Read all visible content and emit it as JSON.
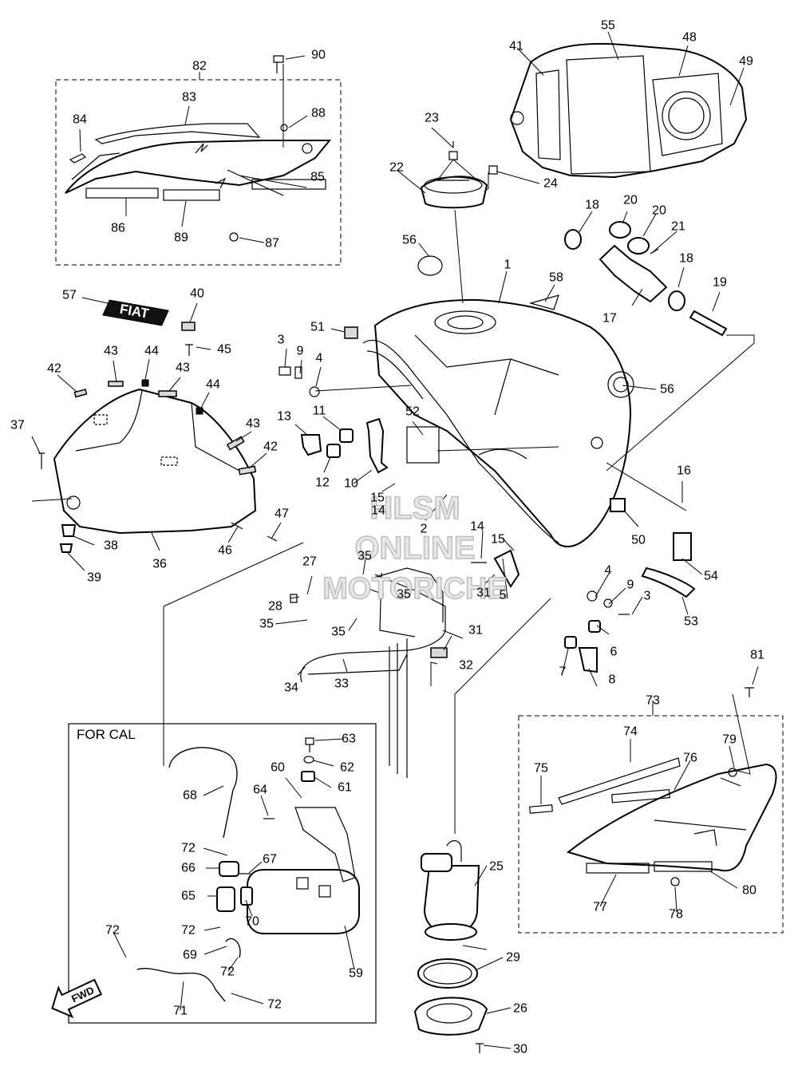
{
  "diagram": {
    "callouts": [
      {
        "id": "c1",
        "text": "1"
      },
      {
        "id": "c2",
        "text": "2"
      },
      {
        "id": "c3a",
        "text": "3"
      },
      {
        "id": "c3b",
        "text": "3"
      },
      {
        "id": "c4a",
        "text": "4"
      },
      {
        "id": "c4b",
        "text": "4"
      },
      {
        "id": "c5",
        "text": "5"
      },
      {
        "id": "c6",
        "text": "6"
      },
      {
        "id": "c7",
        "text": "7"
      },
      {
        "id": "c8",
        "text": "8"
      },
      {
        "id": "c9a",
        "text": "9"
      },
      {
        "id": "c9b",
        "text": "9"
      },
      {
        "id": "c10",
        "text": "10"
      },
      {
        "id": "c11",
        "text": "11"
      },
      {
        "id": "c12",
        "text": "12"
      },
      {
        "id": "c13",
        "text": "13"
      },
      {
        "id": "c14a",
        "text": "14"
      },
      {
        "id": "c14b",
        "text": "14"
      },
      {
        "id": "c15a",
        "text": "15"
      },
      {
        "id": "c15b",
        "text": "15"
      },
      {
        "id": "c16",
        "text": "16"
      },
      {
        "id": "c17",
        "text": "17"
      },
      {
        "id": "c18a",
        "text": "18"
      },
      {
        "id": "c18b",
        "text": "18"
      },
      {
        "id": "c19",
        "text": "19"
      },
      {
        "id": "c20a",
        "text": "20"
      },
      {
        "id": "c20b",
        "text": "20"
      },
      {
        "id": "c21",
        "text": "21"
      },
      {
        "id": "c22",
        "text": "22"
      },
      {
        "id": "c23",
        "text": "23"
      },
      {
        "id": "c24",
        "text": "24"
      },
      {
        "id": "c25",
        "text": "25"
      },
      {
        "id": "c26",
        "text": "26"
      },
      {
        "id": "c27",
        "text": "27"
      },
      {
        "id": "c28",
        "text": "28"
      },
      {
        "id": "c29",
        "text": "29"
      },
      {
        "id": "c30",
        "text": "30"
      },
      {
        "id": "c31a",
        "text": "31"
      },
      {
        "id": "c31b",
        "text": "31"
      },
      {
        "id": "c32",
        "text": "32"
      },
      {
        "id": "c33",
        "text": "33"
      },
      {
        "id": "c34",
        "text": "34"
      },
      {
        "id": "c35a",
        "text": "35"
      },
      {
        "id": "c35b",
        "text": "35"
      },
      {
        "id": "c35c",
        "text": "35"
      },
      {
        "id": "c35d",
        "text": "35"
      },
      {
        "id": "c36",
        "text": "36"
      },
      {
        "id": "c37",
        "text": "37"
      },
      {
        "id": "c38",
        "text": "38"
      },
      {
        "id": "c39",
        "text": "39"
      },
      {
        "id": "c40",
        "text": "40"
      },
      {
        "id": "c41",
        "text": "41"
      },
      {
        "id": "c42a",
        "text": "42"
      },
      {
        "id": "c42b",
        "text": "42"
      },
      {
        "id": "c43a",
        "text": "43"
      },
      {
        "id": "c43b",
        "text": "43"
      },
      {
        "id": "c43c",
        "text": "43"
      },
      {
        "id": "c44a",
        "text": "44"
      },
      {
        "id": "c44b",
        "text": "44"
      },
      {
        "id": "c45",
        "text": "45"
      },
      {
        "id": "c46",
        "text": "46"
      },
      {
        "id": "c47",
        "text": "47"
      },
      {
        "id": "c48",
        "text": "48"
      },
      {
        "id": "c49",
        "text": "49"
      },
      {
        "id": "c50",
        "text": "50"
      },
      {
        "id": "c51",
        "text": "51"
      },
      {
        "id": "c52",
        "text": "52"
      },
      {
        "id": "c53",
        "text": "53"
      },
      {
        "id": "c54",
        "text": "54"
      },
      {
        "id": "c55",
        "text": "55"
      },
      {
        "id": "c56a",
        "text": "56"
      },
      {
        "id": "c56b",
        "text": "56"
      },
      {
        "id": "c57",
        "text": "57"
      },
      {
        "id": "c58",
        "text": "58"
      },
      {
        "id": "c59",
        "text": "59"
      },
      {
        "id": "c60",
        "text": "60"
      },
      {
        "id": "c61",
        "text": "61"
      },
      {
        "id": "c62",
        "text": "62"
      },
      {
        "id": "c63",
        "text": "63"
      },
      {
        "id": "c64",
        "text": "64"
      },
      {
        "id": "c65",
        "text": "65"
      },
      {
        "id": "c66",
        "text": "66"
      },
      {
        "id": "c67",
        "text": "67"
      },
      {
        "id": "c68",
        "text": "68"
      },
      {
        "id": "c69",
        "text": "69"
      },
      {
        "id": "c70",
        "text": "70"
      },
      {
        "id": "c71",
        "text": "71"
      },
      {
        "id": "c72a",
        "text": "72"
      },
      {
        "id": "c72b",
        "text": "72"
      },
      {
        "id": "c72c",
        "text": "72"
      },
      {
        "id": "c72d",
        "text": "72"
      },
      {
        "id": "c72e",
        "text": "72"
      },
      {
        "id": "c73",
        "text": "73"
      },
      {
        "id": "c74",
        "text": "74"
      },
      {
        "id": "c75",
        "text": "75"
      },
      {
        "id": "c76",
        "text": "76"
      },
      {
        "id": "c77",
        "text": "77"
      },
      {
        "id": "c78",
        "text": "78"
      },
      {
        "id": "c79",
        "text": "79"
      },
      {
        "id": "c80",
        "text": "80"
      },
      {
        "id": "c81",
        "text": "81"
      },
      {
        "id": "c82",
        "text": "82"
      },
      {
        "id": "c83",
        "text": "83"
      },
      {
        "id": "c84",
        "text": "84"
      },
      {
        "id": "c85",
        "text": "85"
      },
      {
        "id": "c86",
        "text": "86"
      },
      {
        "id": "c87",
        "text": "87"
      },
      {
        "id": "c88",
        "text": "88"
      },
      {
        "id": "c89",
        "text": "89"
      },
      {
        "id": "c90",
        "text": "90"
      }
    ],
    "cal_box_label": "FOR CAL",
    "emblem_text": "FIAT",
    "fwd_label": "FWD",
    "watermark": {
      "line1": "HLSM",
      "line2": "ONLINE",
      "line3": "MOTORICHE"
    }
  }
}
